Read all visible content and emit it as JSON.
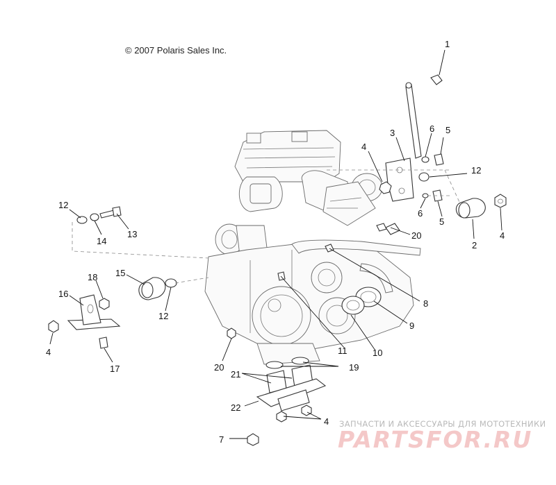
{
  "copyright": "© 2007 Polaris Sales Inc.",
  "watermark": {
    "tagline": "ЗАПЧАСТИ И АКСЕССУАРЫ ДЛЯ МОТОТЕХНИКИ",
    "logo": "PARTSFOR.RU"
  },
  "callouts": [
    "1",
    "2",
    "3",
    "4",
    "4",
    "4",
    "4",
    "5",
    "5",
    "6",
    "6",
    "7",
    "8",
    "9",
    "10",
    "11",
    "12",
    "12",
    "12",
    "13",
    "14",
    "15",
    "16",
    "17",
    "18",
    "19",
    "20",
    "20",
    "21",
    "22"
  ]
}
